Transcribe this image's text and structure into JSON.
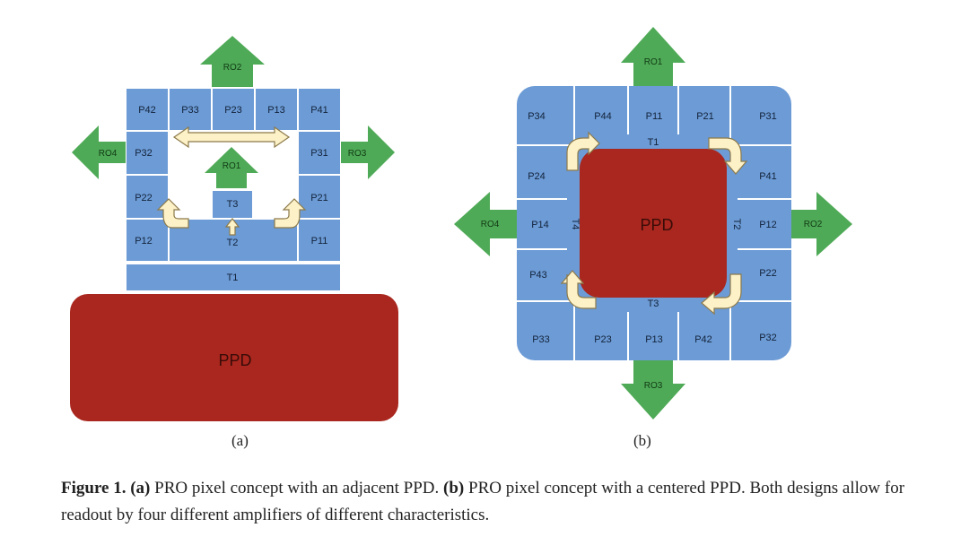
{
  "panel_a": {
    "label": "(a)",
    "top_row": [
      "P42",
      "P33",
      "P23",
      "P13",
      "P41"
    ],
    "left_col": [
      "P32",
      "P22",
      "P12"
    ],
    "right_col": [
      "P31",
      "P21",
      "P11"
    ],
    "t1": "T1",
    "t2": "T2",
    "t3": "T3",
    "ro_top": "RO2",
    "ro_left": "RO4",
    "ro_right": "RO3",
    "ro_inner": "RO1",
    "ppd": "PPD"
  },
  "panel_b": {
    "label": "(b)",
    "top_row": [
      "P34",
      "P44",
      "P11",
      "P21",
      "P31"
    ],
    "left_col": [
      "P24",
      "P14",
      "P43"
    ],
    "right_col": [
      "P41",
      "P12",
      "P22"
    ],
    "bottom_row": [
      "P33",
      "P23",
      "P13",
      "P42",
      "P32"
    ],
    "t1": "T1",
    "t2": "T2",
    "t3": "T3",
    "t4": "T4",
    "ro_top": "RO1",
    "ro_left": "RO4",
    "ro_right": "RO2",
    "ro_bottom": "RO3",
    "ppd": "PPD"
  },
  "caption": {
    "figure_label": "Figure 1.",
    "a_tag": "(a)",
    "a_text": " PRO pixel concept with an adjacent PPD. ",
    "b_tag": "(b)",
    "b_text": " PRO pixel concept with a centered PPD. Both designs allow for readout by four different amplifiers of different characteristics."
  }
}
